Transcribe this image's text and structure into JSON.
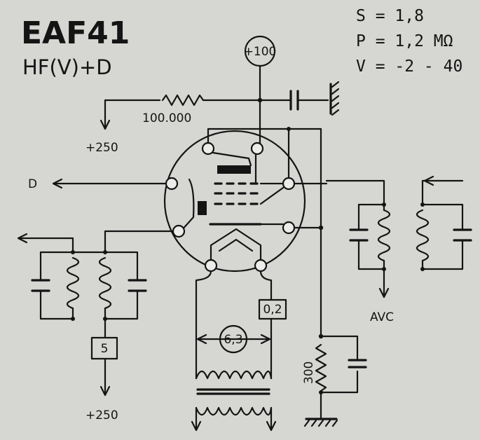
{
  "title": "EAF41",
  "subtitle": "HF(V)+D",
  "params": [
    "S = 1,8",
    "P = 1,2 MΩ",
    "V = -2 - 40"
  ],
  "labels": {
    "anode_voltage": "+100",
    "resistor_top": "100.000",
    "supply_top": "+250",
    "diode_output": "D",
    "avc": "AVC",
    "resistor_input": "5",
    "supply_bottom": "+250",
    "filament_current": "0,2",
    "filament_voltage": "6,3",
    "cathode_resistor": "300"
  },
  "icons": {
    "tube": "pentode-diode-tube-symbol",
    "ground": "ground-symbol"
  }
}
